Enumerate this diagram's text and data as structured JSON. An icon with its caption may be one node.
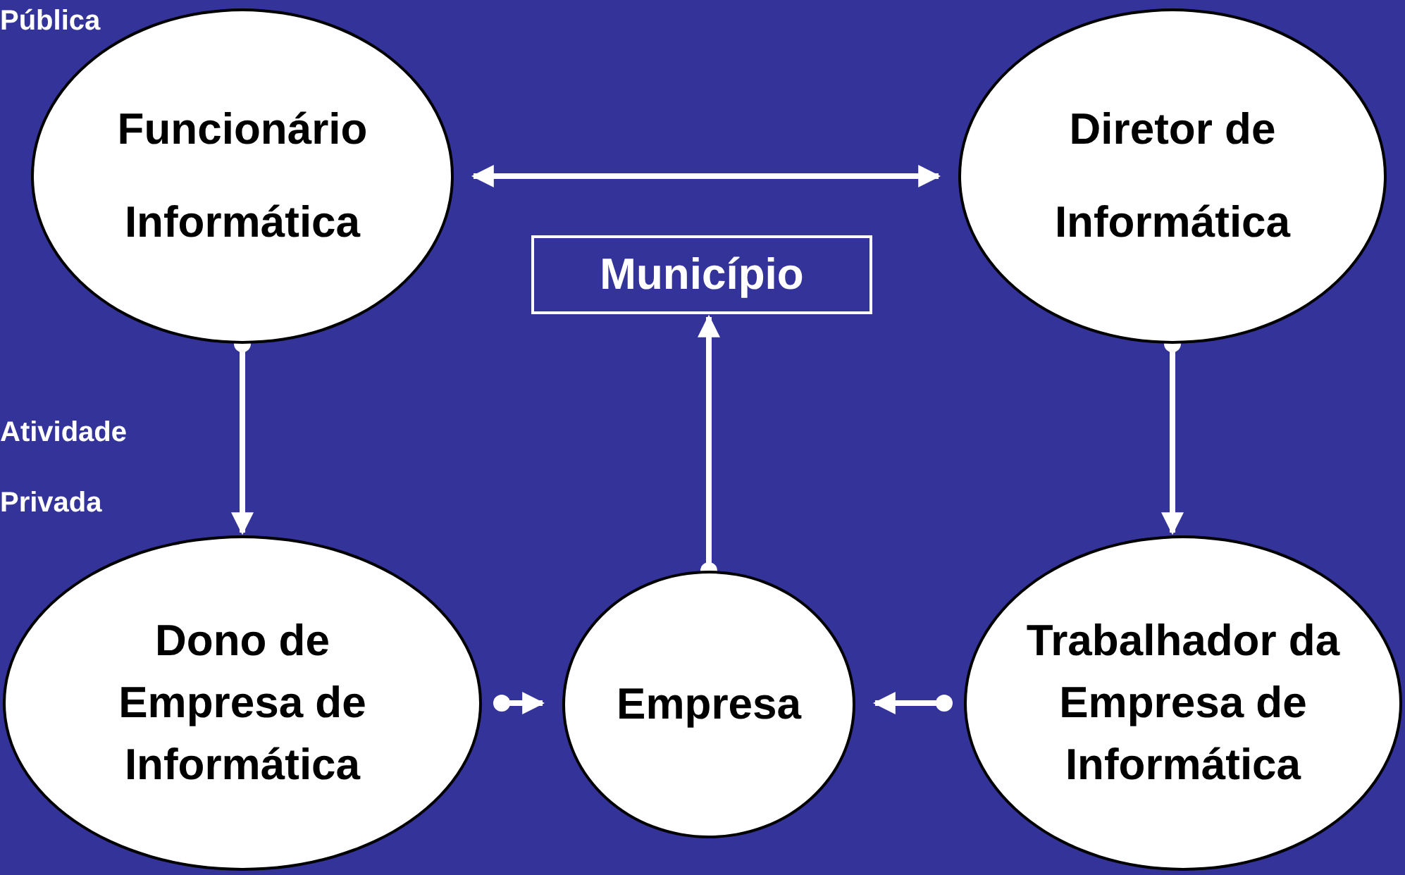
{
  "diagram": {
    "nodes": [
      {
        "text": [
          "Funcionário Informática"
        ]
      },
      {
        "text": [
          "Diretor de Informática"
        ]
      },
      {
        "text": [
          "Município"
        ]
      },
      {
        "text": [
          "Dono de Empresa de Informática"
        ]
      },
      {
        "text": [
          "Empresa"
        ]
      },
      {
        "text": [
          "Trabalhador da Empresa de Informática"
        ]
      }
    ],
    "edges": [
      {
        "from": 0,
        "to": 1,
        "arrow": "both"
      },
      {
        "from": 0,
        "to": 3,
        "arrow": "to"
      },
      {
        "from": 1,
        "to": 5,
        "arrow": "to"
      },
      {
        "from": 3,
        "to": 4,
        "arrow": "to"
      },
      {
        "from": 5,
        "to": 4,
        "arrow": "to"
      },
      {
        "from": 4,
        "to": 2,
        "arrow": "to"
      }
    ],
    "labels": [
      "Pública",
      "Atividade",
      "Privada"
    ]
  }
}
